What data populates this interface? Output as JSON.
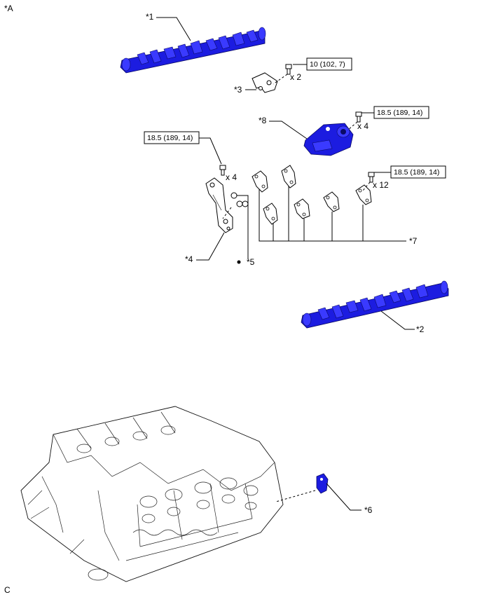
{
  "corner_labels": {
    "top_left": "*A",
    "bottom_left": "C"
  },
  "callouts": {
    "c1": "*1",
    "c2": "*2",
    "c3": "*3",
    "c4": "*4",
    "c5": "*5",
    "c6": "*6",
    "c7": "*7",
    "c8": "*8"
  },
  "torque_specs": {
    "t_bracket": "10 (102, 7)",
    "t_housing": "18.5 (189, 14)",
    "t_left_cap": "18.5 (189, 14)",
    "t_caps": "18.5 (189, 14)"
  },
  "quantities": {
    "q_bracket": "x 2",
    "q_housing": "x 4",
    "q_left_cap": "x 4",
    "q_caps": "x 12"
  },
  "colors": {
    "highlight_blue": "#1c1ce0",
    "line": "#000000"
  }
}
